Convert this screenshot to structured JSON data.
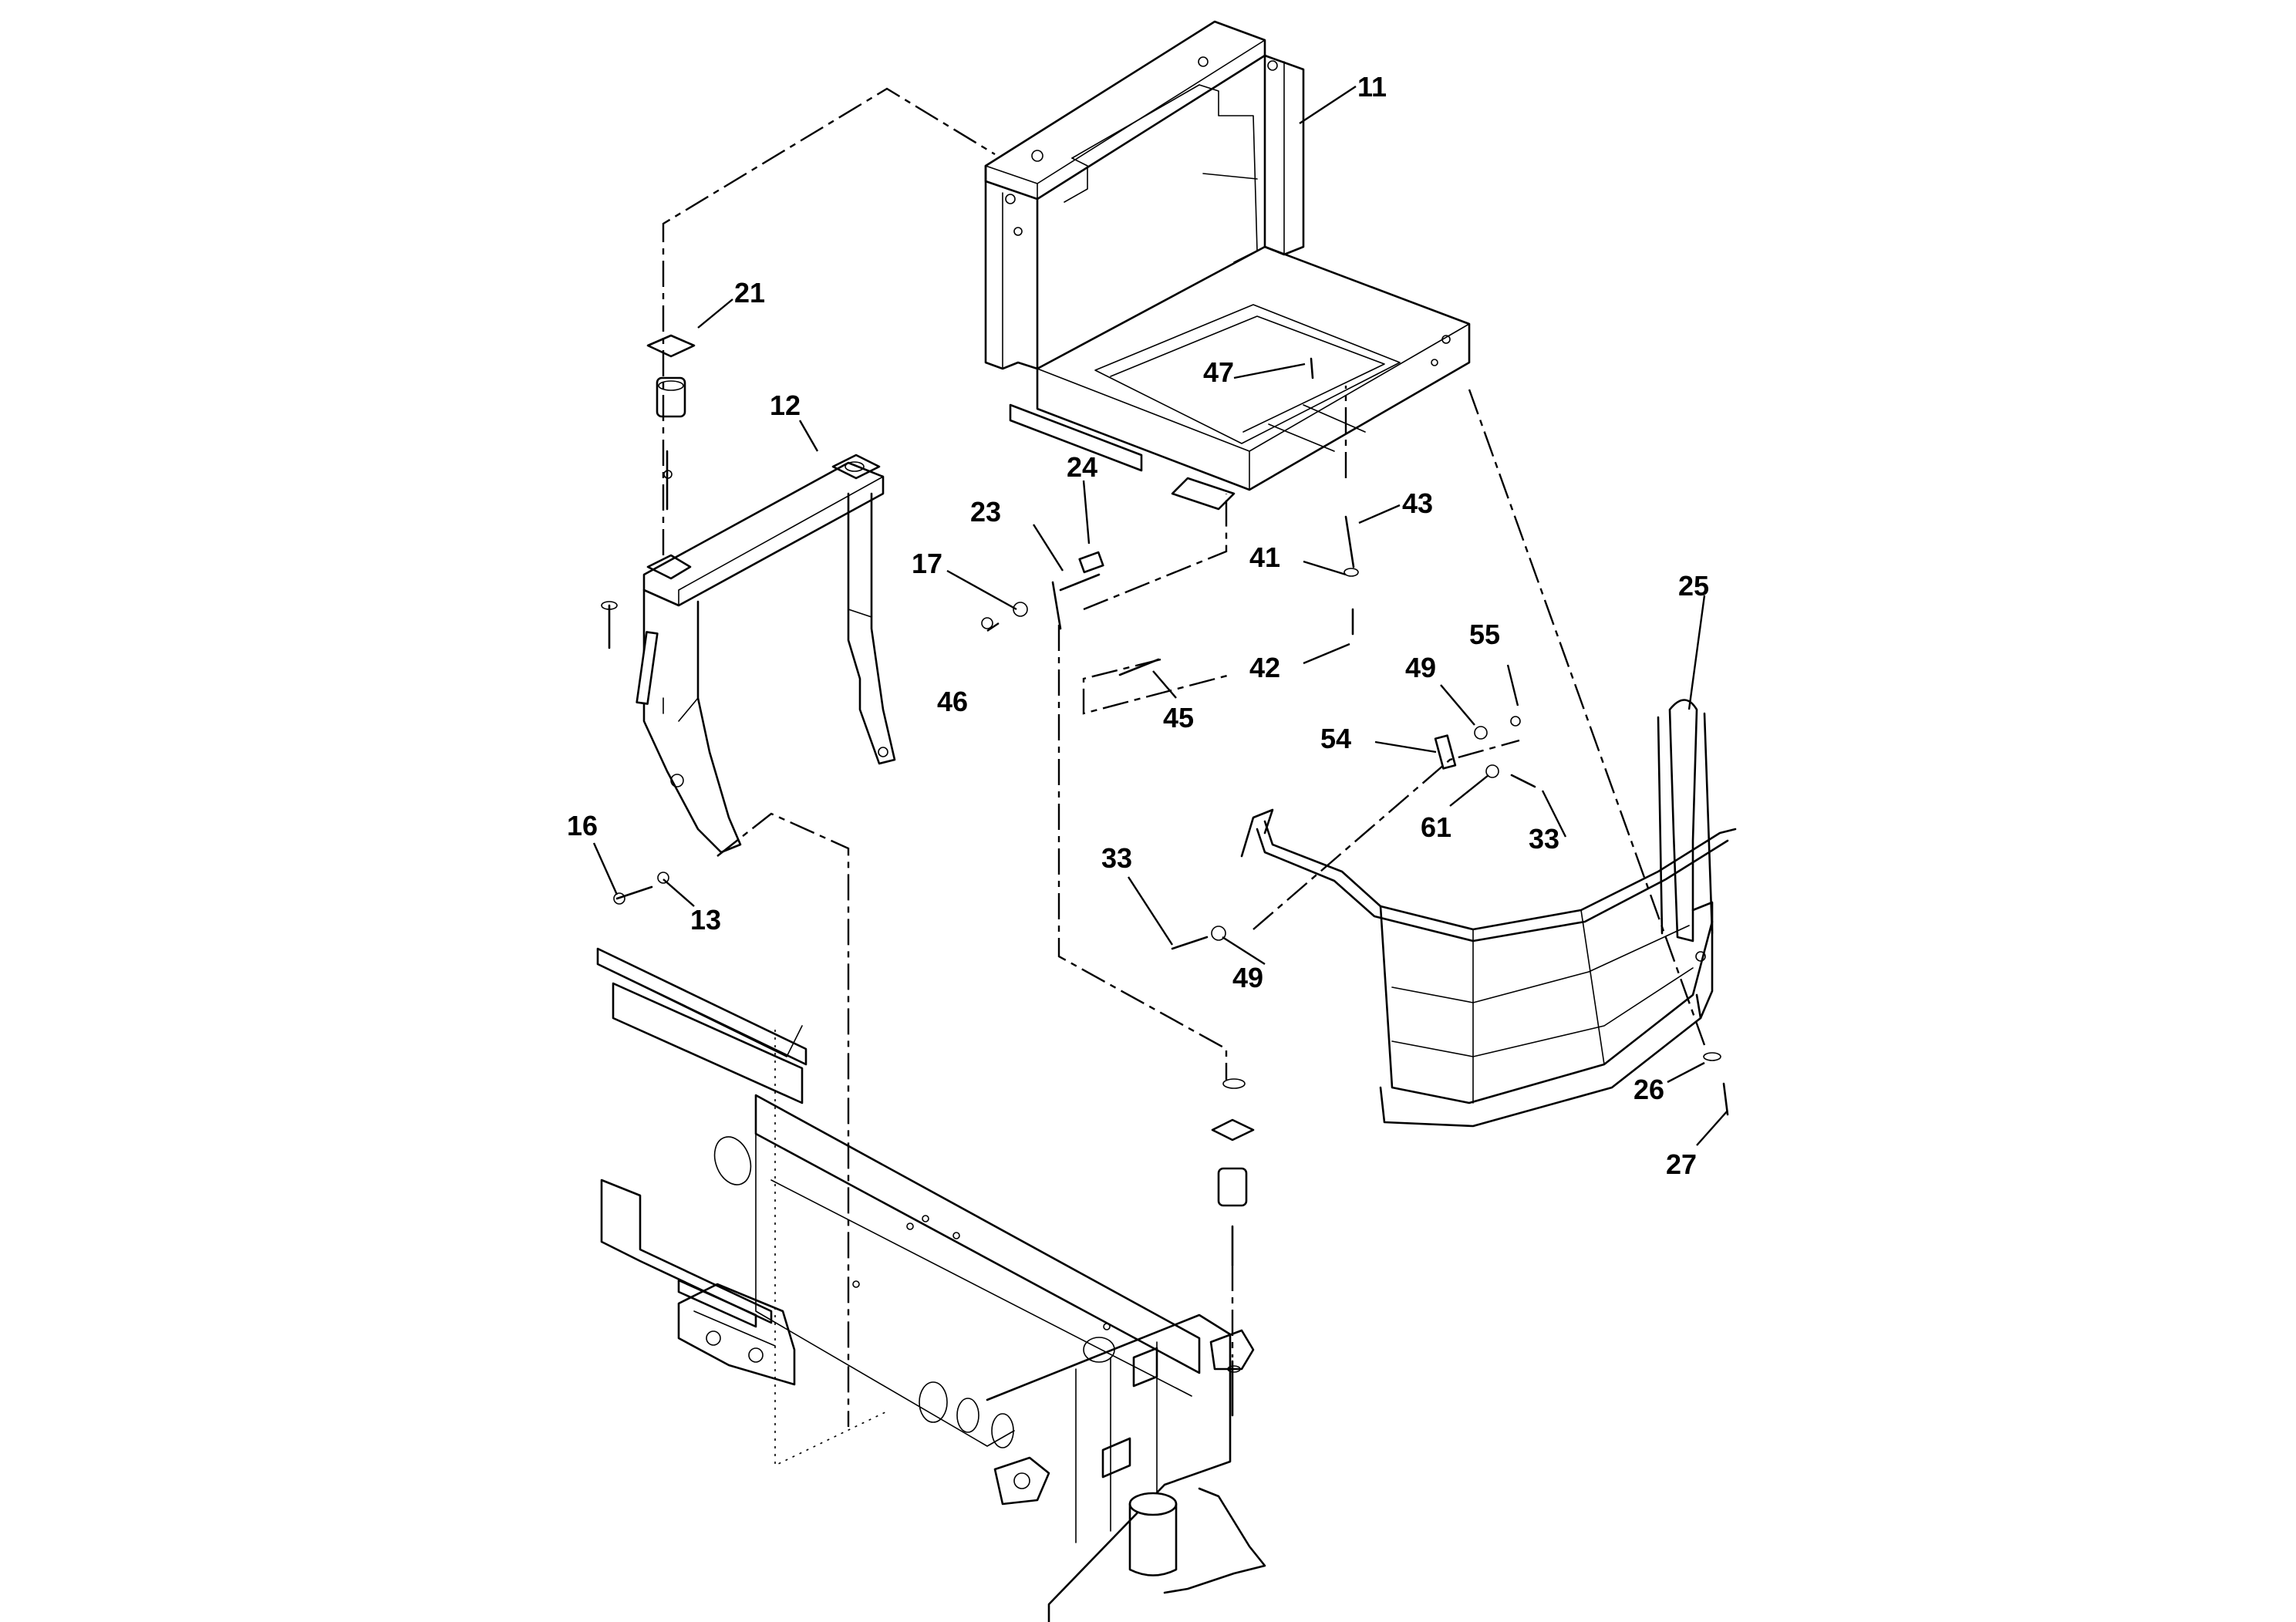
{
  "callouts": {
    "c11": "11",
    "c12": "12",
    "c13": "13",
    "c16": "16",
    "c17": "17",
    "c21": "21",
    "c23": "23",
    "c24": "24",
    "c25": "25",
    "c26": "26",
    "c27": "27",
    "c33a": "33",
    "c33b": "33",
    "c41": "41",
    "c42": "42",
    "c43": "43",
    "c45": "45",
    "c46": "46",
    "c47": "47",
    "c49a": "49",
    "c49b": "49",
    "c54": "54",
    "c55": "55",
    "c61": "61"
  }
}
